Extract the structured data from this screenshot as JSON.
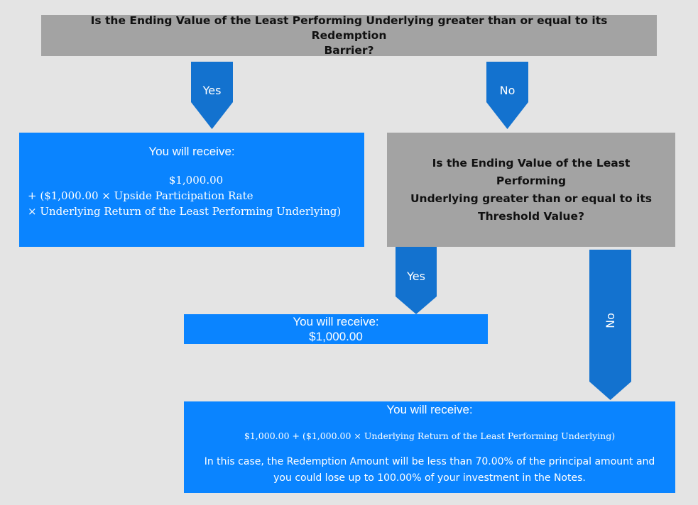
{
  "top_question": {
    "line1": "Is the Ending Value of the Least Performing Underlying greater than or equal to its Redemption",
    "line2": "Barrier?"
  },
  "arrow_yes_1": "Yes",
  "arrow_no_1": "No",
  "result_left": {
    "header": "You will receive:",
    "line1": "$1,000.00",
    "line2": "+ ($1,000.00 × Upside Participation Rate",
    "line3": "× Underlying Return of the Least Performing Underlying)"
  },
  "right_question": {
    "line1": "Is the Ending Value of the Least Performing",
    "line2": "Underlying greater than or equal to its",
    "line3": "Threshold Value?"
  },
  "arrow_yes_2": "Yes",
  "arrow_no_2": "No",
  "result_mid": {
    "header": "You will receive:",
    "amount": "$1,000.00"
  },
  "result_bottom": {
    "header": "You will receive:",
    "formula": "$1,000.00 + ($1,000.00 × Underlying Return of the Least Performing Underlying)",
    "note_line1": "In this case, the Redemption Amount will be less than 70.00% of the principal amount and",
    "note_line2": "you could lose up to 100.00% of your investment in the Notes."
  },
  "colors": {
    "background": "#e4e4e4",
    "question_box": "#a3a3a3",
    "result_box": "#0a84ff",
    "arrow": "#1372cf"
  }
}
